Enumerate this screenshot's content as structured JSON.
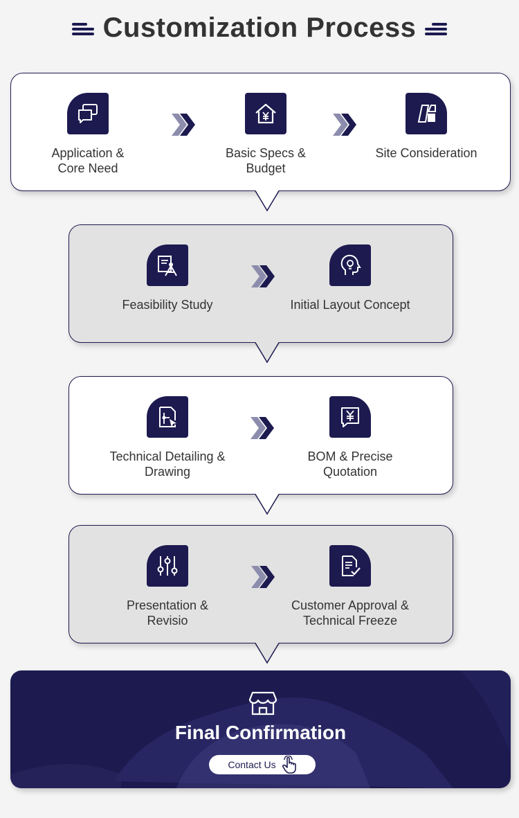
{
  "header": {
    "title": "Customization Process"
  },
  "colors": {
    "primary": "#1c1a4f",
    "card_white": "#ffffff",
    "card_grey": "#e2e2e2",
    "background": "#f4f4f4"
  },
  "row1": {
    "steps": [
      {
        "label_line1": "Application &",
        "label_line2": "Core Need",
        "icon": "chat-bubbles-icon"
      },
      {
        "label_line1": "Basic Specs &",
        "label_line2": "Budget",
        "icon": "house-yen-icon"
      },
      {
        "label_line1": "Site Consideration",
        "label_line2": "",
        "icon": "floor-plan-icon"
      }
    ]
  },
  "row2": {
    "steps": [
      {
        "label_line1": "Feasibility Study",
        "label_line2": "",
        "icon": "drafting-compass-icon"
      },
      {
        "label_line1": "Initial Layout Concept",
        "label_line2": "",
        "icon": "head-lightbulb-icon"
      }
    ]
  },
  "row3": {
    "steps": [
      {
        "label_line1": "Technical Detailing &",
        "label_line2": "Drawing",
        "icon": "blueprint-cursor-icon"
      },
      {
        "label_line1": "BOM & Precise",
        "label_line2": "Quotation",
        "icon": "yen-message-icon"
      }
    ]
  },
  "row4": {
    "steps": [
      {
        "label_line1": "Presentation &",
        "label_line2": "Revisio",
        "icon": "sliders-icon"
      },
      {
        "label_line1": "Customer Approval &",
        "label_line2": "Technical Freeze",
        "icon": "document-check-icon"
      }
    ]
  },
  "final": {
    "title": "Final Confirmation",
    "button_label": "Contact Us",
    "icon": "store-icon",
    "button_icon": "hand-pointer-icon"
  }
}
